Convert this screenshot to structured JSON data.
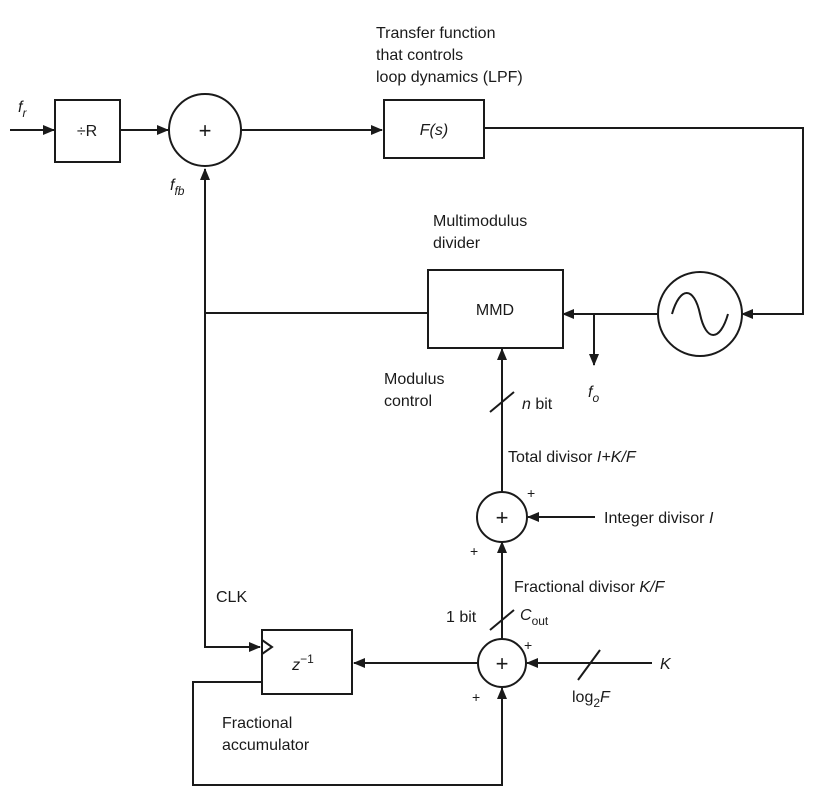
{
  "labels": {
    "transfer_function": [
      "Transfer function",
      "that controls",
      "loop dynamics (LPF)"
    ],
    "multimodulus": [
      "Multimodulus",
      "divider"
    ],
    "modulus_control": [
      "Modulus",
      "control"
    ],
    "total_divisor": "Total divisor ",
    "total_divisor_expr": "I+K/F",
    "integer_divisor": "Integer divisor ",
    "integer_divisor_sym": "I",
    "fractional_divisor": "Fractional divisor ",
    "fractional_divisor_expr": "K/F",
    "clk": "CLK",
    "one_bit": "1 bit",
    "n_bit_n": "n",
    "n_bit_suffix": " bit",
    "cout_c": "C",
    "cout_sub": "out",
    "k_input": "K",
    "log_prefix": "log",
    "log_sub": "2",
    "log_var": "F",
    "fractional_accumulator": [
      "Fractional",
      "accumulator"
    ],
    "fr_f": "f",
    "fr_sub": "r",
    "ffb_f": "f",
    "ffb_sub": "fb",
    "fo_f": "f",
    "fo_sub": "o",
    "plus": "+"
  },
  "blocks": {
    "divide_r": "÷R",
    "fs": "F(s)",
    "mmd": "MMD",
    "z_base": "z",
    "z_exp": "−1"
  },
  "colors": {
    "stroke": "#1a1a1a",
    "background": "#ffffff"
  }
}
